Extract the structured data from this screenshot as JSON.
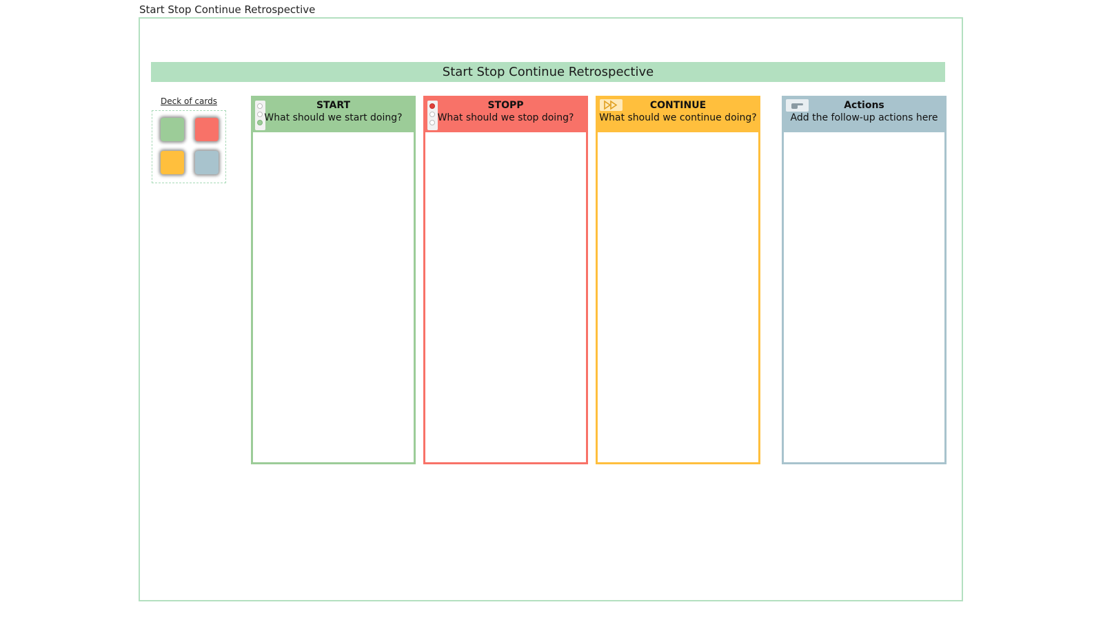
{
  "page": {
    "label": "Start Stop Continue Retrospective"
  },
  "board": {
    "title": "Start Stop Continue Retrospective",
    "deck_label": "Deck of cards",
    "deck_colors": [
      "#9ccc98",
      "#f87268",
      "#ffbf3d",
      "#a8c3cd"
    ],
    "columns": [
      {
        "title": "START",
        "subtitle": "What should we start doing?",
        "icon": "traffic-light-green-icon",
        "color": "#9ccc98"
      },
      {
        "title": "STOPP",
        "subtitle": "What should we stop doing?",
        "icon": "traffic-light-red-icon",
        "color": "#f87268"
      },
      {
        "title": "CONTINUE",
        "subtitle": "What should we continue doing?",
        "icon": "fast-forward-icon",
        "color": "#ffbf3d"
      },
      {
        "title": "Actions",
        "subtitle": "Add the follow-up actions here",
        "icon": "pointing-hand-icon",
        "color": "#a8c3cd"
      }
    ]
  }
}
